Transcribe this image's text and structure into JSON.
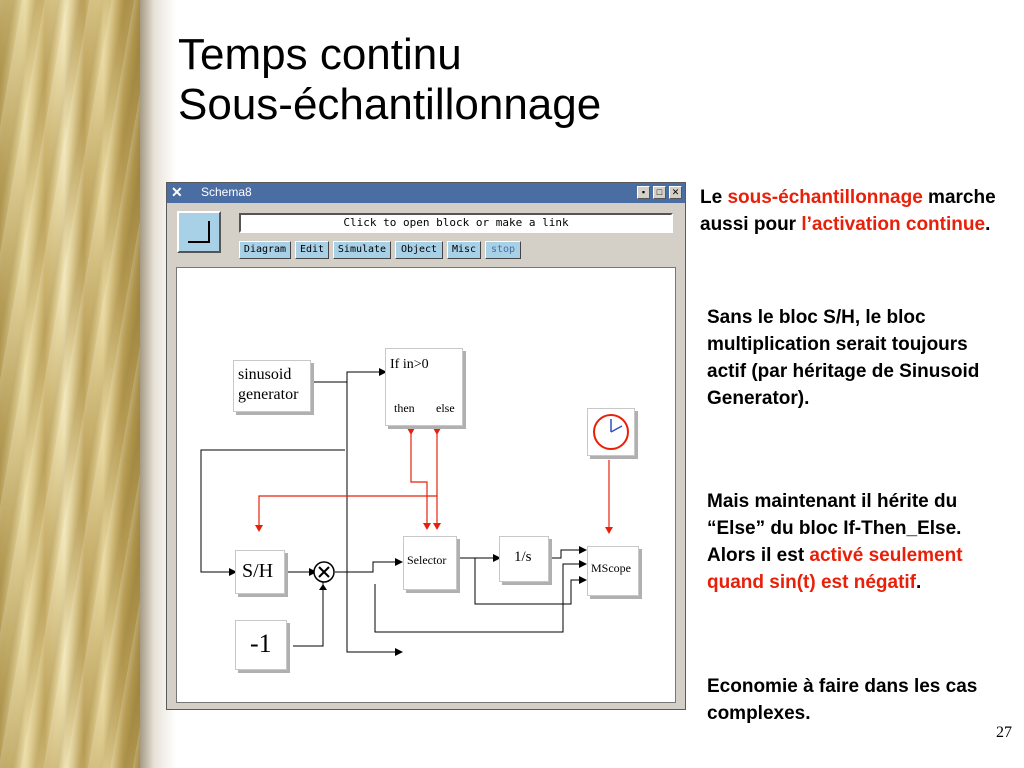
{
  "slide": {
    "title_line1": "Temps continu",
    "title_line2": "Sous-échantillonnage",
    "page_number": "27"
  },
  "window": {
    "title": "Schema8",
    "title_icon": "x-window-icon",
    "message": "Click to open block or make a link",
    "menu": [
      "Diagram",
      "Edit",
      "Simulate",
      "Object",
      "Misc",
      "stop"
    ]
  },
  "diagram": {
    "sinusoid_line1": "sinusoid",
    "sinusoid_line2": "generator",
    "ifthen_label": "If in>0",
    "then_label": "then",
    "else_label": "else",
    "selector_label": "Selector",
    "integrator_label": "1/s",
    "scope_label": "MScope",
    "sh_label": "S/H",
    "const_label": "-1",
    "clock_icon": "clock-icon",
    "product_icon": "multiply-icon"
  },
  "text": {
    "p1_pre": "Le ",
    "p1_red1": "sous-échantillonnage",
    "p1_mid": " marche aussi pour ",
    "p1_red2": "l’activation continue",
    "p1_end": ".",
    "p2": "Sans le bloc S/H, le bloc multiplication serait toujours actif (par héritage de Sinusoid Generator).",
    "p3_pre": "Mais maintenant il hérite du “Else” du bloc If-Then_Else.  Alors il est ",
    "p3_red": "activé seulement quand sin(t) est négatif",
    "p3_end": ".",
    "p4": "Economie à faire dans les cas complexes."
  },
  "colors": {
    "activation_link": "#e8200a",
    "window_titlebar": "#4a6da4",
    "button_bg": "#a8d0e6"
  }
}
